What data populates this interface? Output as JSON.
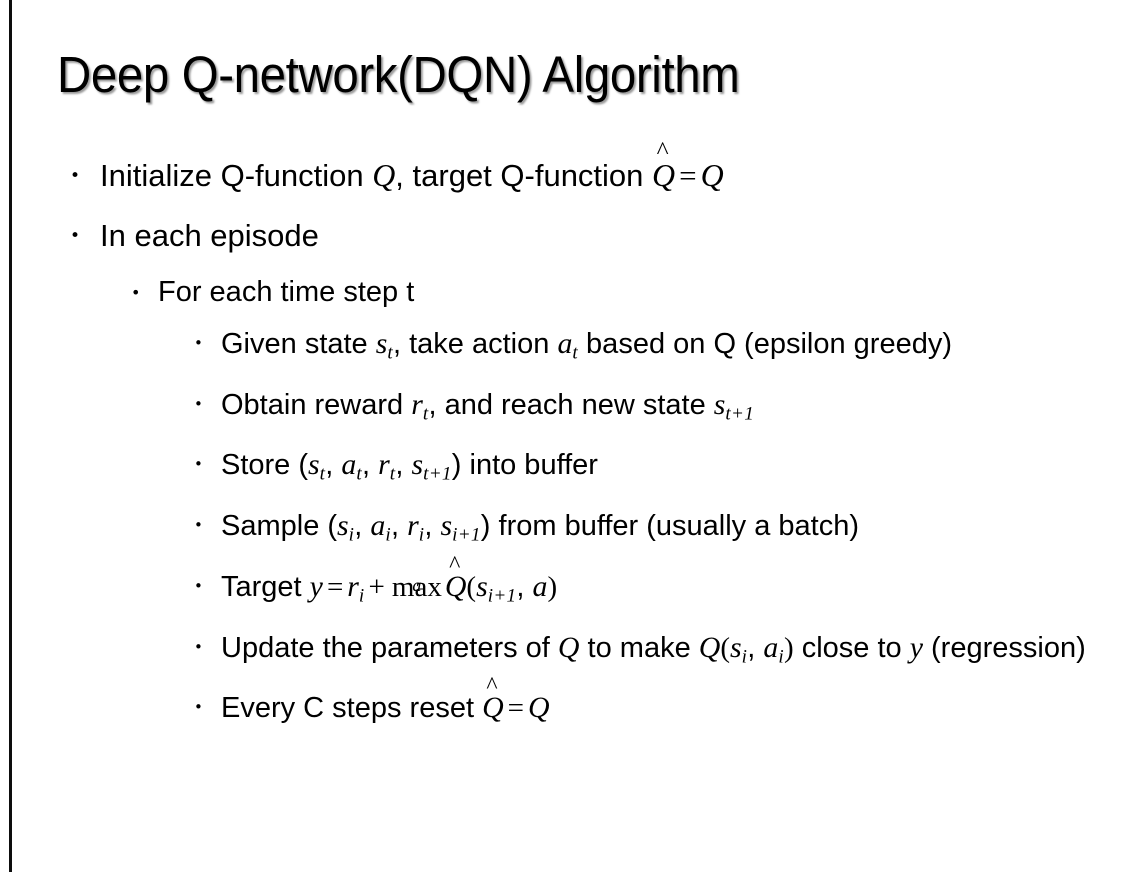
{
  "slide": {
    "title": "Deep Q-network(DQN) Algorithm",
    "background_color": "#ffffff",
    "text_color": "#000000",
    "accent_rule_color": "#0d0d0d"
  },
  "bullets": {
    "b1": {
      "level": 1,
      "marker": "•",
      "pre": "Initialize Q-function ",
      "var1": "Q",
      "mid": ", target Q-function ",
      "var2": "Q",
      "hat": "̂",
      "equals": "=",
      "var3": "Q",
      "plain": "Initialize Q-function Q, target Q-function Q̂ = Q"
    },
    "b2": {
      "level": 1,
      "marker": "•",
      "text": "In each episode"
    },
    "b3": {
      "level": 2,
      "marker": "•",
      "text": "For each time step t"
    },
    "b4": {
      "level": 3,
      "marker": "•",
      "pre": "Given state ",
      "var1": "s",
      "sub1": "t",
      "mid": ", take action ",
      "var2": "a",
      "sub2": "t",
      "post": " based on Q (epsilon greedy)",
      "plain": "Given state s_t, take action a_t based on Q (epsilon greedy)"
    },
    "b5": {
      "level": 3,
      "marker": "•",
      "pre": "Obtain reward ",
      "var1": "r",
      "sub1": "t",
      "mid": ", and reach new state ",
      "var2": "s",
      "sub2": "t+1",
      "plain": "Obtain reward r_t, and reach new state s_{t+1}"
    },
    "b6": {
      "level": 3,
      "marker": "•",
      "pre": "Store (",
      "var1": "s",
      "sub1": "t",
      "sep1": ", ",
      "var2": "a",
      "sub2": "t",
      "sep2": ", ",
      "var3": "r",
      "sub3": "t",
      "sep3": ", ",
      "var4": "s",
      "sub4": "t+1",
      "post": ") into buffer",
      "plain": "Store (s_t, a_t, r_t, s_{t+1}) into buffer"
    },
    "b7": {
      "level": 3,
      "marker": "•",
      "pre": "Sample (",
      "var1": "s",
      "sub1": "i",
      "sep1": ", ",
      "var2": "a",
      "sub2": "i",
      "sep2": ", ",
      "var3": "r",
      "sub3": "i",
      "sep3": ", ",
      "var4": "s",
      "sub4": "i+1",
      "post": ") from buffer (usually a batch)",
      "plain": "Sample (s_i, a_i, r_i, s_{i+1}) from buffer (usually a batch)"
    },
    "b8": {
      "level": 3,
      "marker": "•",
      "pre": "Target ",
      "lhs": "y",
      "equals": "=",
      "var1": "r",
      "sub1": "i",
      "plus": "+",
      "operator": "max",
      "operator_limit": "a",
      "qhat": "Q",
      "hat": "̂",
      "open_paren": "(",
      "var2": "s",
      "sub2": "i+1",
      "sep": ", ",
      "var3": "a",
      "close_paren": ")",
      "plain": "Target y = r_i + max_a Q̂(s_{i+1}, a)"
    },
    "b9": {
      "level": 3,
      "marker": "•",
      "pre": "Update the parameters of ",
      "var1": "Q",
      "mid": " to make ",
      "var2": "Q",
      "open_paren": "(",
      "var3": "s",
      "sub3": "i",
      "sep": ", ",
      "var4": "a",
      "sub4": "i",
      "close_paren": ")",
      "post": " close to ",
      "var5": "y",
      "tail": " (regression)",
      "plain": "Update the parameters of Q to make Q(s_i, a_i) close to y (regression)"
    },
    "b10": {
      "level": 3,
      "marker": "•",
      "pre": "Every C steps reset ",
      "var1": "Q",
      "hat": "̂",
      "equals": "=",
      "var2": "Q",
      "plain": "Every C steps reset Q̂ = Q"
    }
  }
}
